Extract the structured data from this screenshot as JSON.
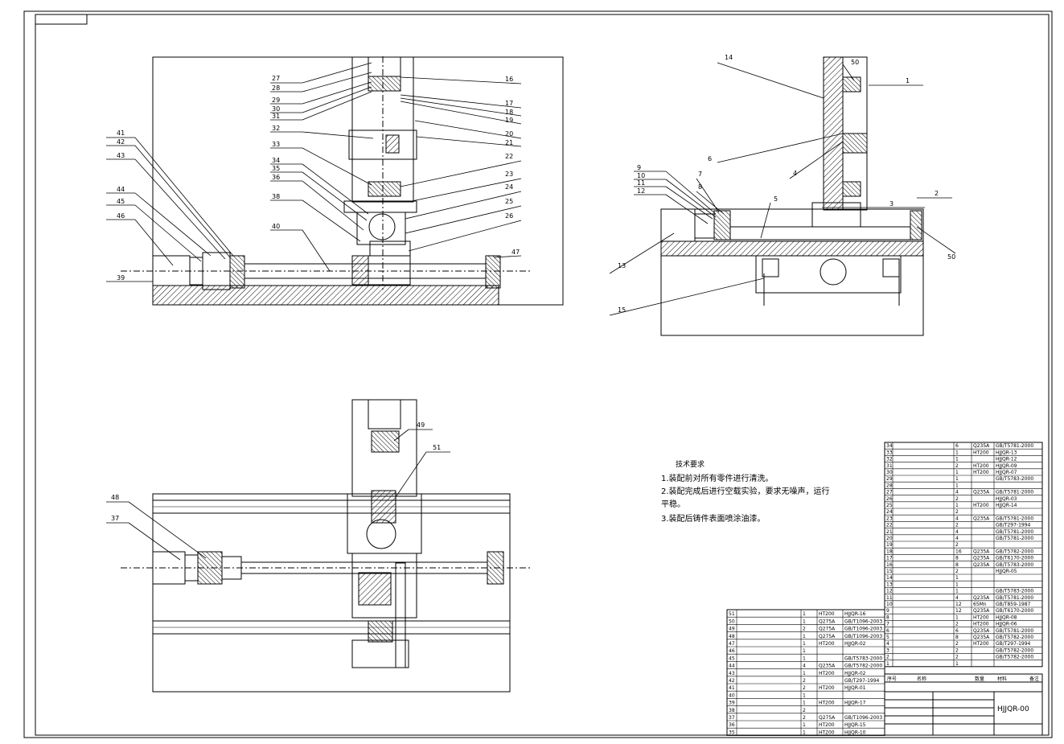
{
  "drawing": {
    "title_block": {
      "drawing_no": "HJJQR-00",
      "col_labels": [
        "序号",
        "名称",
        "数量",
        "材料",
        "备注"
      ]
    },
    "tech_req": {
      "heading": "技术要求",
      "lines": [
        "1.装配前对所有零件进行清洗。",
        "2.装配完成后进行空载实验，要求无噪声，运行",
        "平稳。",
        "3.装配后铸件表面喷涂油漆。"
      ]
    },
    "view_top_left": {
      "left_labels": [
        "41",
        "42",
        "43",
        "44",
        "45",
        "46",
        "39"
      ],
      "mid_labels": [
        "27",
        "28",
        "29",
        "30",
        "31",
        "32",
        "33",
        "34",
        "35",
        "36",
        "38",
        "40"
      ],
      "right_labels": [
        "16",
        "17",
        "18",
        "19",
        "20",
        "21",
        "22",
        "23",
        "24",
        "25",
        "26",
        "47"
      ]
    },
    "view_top_right": {
      "labels": [
        "14",
        "50",
        "1",
        "6",
        "4",
        "9",
        "10",
        "11",
        "12",
        "7",
        "8",
        "5",
        "3",
        "2",
        "13",
        "15",
        "50"
      ]
    },
    "view_bottom": {
      "labels": [
        "49",
        "51",
        "48",
        "37"
      ]
    },
    "bom_right": {
      "rows": [
        {
          "no": "34",
          "mat": "Q235A",
          "std": "GB/T5781-2000",
          "qty": "6"
        },
        {
          "no": "33",
          "mat": "HT200",
          "std": "HJJQR-13",
          "qty": "1"
        },
        {
          "no": "32",
          "mat": "",
          "std": "HJJQR-12",
          "qty": "1"
        },
        {
          "no": "31",
          "mat": "HT200",
          "std": "HJJQR-09",
          "qty": "2"
        },
        {
          "no": "30",
          "mat": "HT200",
          "std": "HJJQR-07",
          "qty": "1"
        },
        {
          "no": "29",
          "mat": "",
          "std": "GB/T5783-2000",
          "qty": "1"
        },
        {
          "no": "28",
          "mat": "",
          "std": "",
          "qty": "1"
        },
        {
          "no": "27",
          "mat": "Q235A",
          "std": "GB/T5781-2000",
          "qty": "4"
        },
        {
          "no": "26",
          "mat": "",
          "std": "HJJQR-03",
          "qty": "2"
        },
        {
          "no": "25",
          "mat": "HT200",
          "std": "HJJQR-14",
          "qty": "1"
        },
        {
          "no": "24",
          "mat": "",
          "std": "",
          "qty": "2"
        },
        {
          "no": "23",
          "mat": "Q235A",
          "std": "GB/T5781-2000",
          "qty": "4"
        },
        {
          "no": "22",
          "mat": "",
          "std": "GB/T297-1994",
          "qty": "2"
        },
        {
          "no": "21",
          "mat": "",
          "std": "GB/T5781-2000",
          "qty": "4"
        },
        {
          "no": "20",
          "mat": "",
          "std": "GB/T5781-2000",
          "qty": "4"
        },
        {
          "no": "19",
          "mat": "",
          "std": "",
          "qty": "2"
        },
        {
          "no": "18",
          "mat": "Q235A",
          "std": "GB/T5782-2000",
          "qty": "16"
        },
        {
          "no": "17",
          "mat": "Q235A",
          "std": "GB/T6170-2000",
          "qty": "8"
        },
        {
          "no": "16",
          "mat": "Q235A",
          "std": "GB/T5783-2000",
          "qty": "8"
        },
        {
          "no": "15",
          "mat": "",
          "std": "HJJQR-05",
          "qty": "2"
        },
        {
          "no": "14",
          "mat": "",
          "std": "",
          "qty": "1"
        },
        {
          "no": "13",
          "mat": "",
          "std": "",
          "qty": "1"
        },
        {
          "no": "12",
          "mat": "",
          "std": "GB/T5783-2000",
          "qty": "1"
        },
        {
          "no": "11",
          "mat": "Q235A",
          "std": "GB/T5781-2000",
          "qty": "4"
        },
        {
          "no": "10",
          "mat": "65Mn",
          "std": "GB/T859-1987",
          "qty": "12"
        },
        {
          "no": "9",
          "mat": "Q235A",
          "std": "GB/T6170-2000",
          "qty": "12"
        },
        {
          "no": "8",
          "mat": "HT200",
          "std": "HJJQR-08",
          "qty": "1"
        },
        {
          "no": "7",
          "mat": "HT200",
          "std": "HJJQR-06",
          "qty": "2"
        },
        {
          "no": "6",
          "mat": "Q235A",
          "std": "GB/T5781-2000",
          "qty": "6"
        },
        {
          "no": "5",
          "mat": "Q235A",
          "std": "GB/T5782-2000",
          "qty": "8"
        },
        {
          "no": "4",
          "mat": "HT200",
          "std": "GB/T297-1994",
          "qty": "2"
        },
        {
          "no": "3",
          "mat": "",
          "std": "GB/T5782-2000",
          "qty": "2"
        },
        {
          "no": "2",
          "mat": "",
          "std": "GB/T5782-2000",
          "qty": "2"
        },
        {
          "no": "1",
          "mat": "",
          "std": "",
          "qty": "1"
        }
      ]
    },
    "bom_left": {
      "rows": [
        {
          "no": "51",
          "mat": "HT200",
          "std": "HJJQR-16",
          "qty": "1"
        },
        {
          "no": "50",
          "mat": "Q275A",
          "std": "GB/T1096-2003",
          "qty": "1"
        },
        {
          "no": "49",
          "mat": "Q275A",
          "std": "GB/T1096-2003",
          "qty": "2"
        },
        {
          "no": "48",
          "mat": "Q275A",
          "std": "GB/T1096-2003",
          "qty": "1"
        },
        {
          "no": "47",
          "mat": "HT200",
          "std": "HJJQR-02",
          "qty": "1"
        },
        {
          "no": "46",
          "mat": "",
          "std": "",
          "qty": "1"
        },
        {
          "no": "45",
          "mat": "",
          "std": "GB/T5783-2000",
          "qty": "1"
        },
        {
          "no": "44",
          "mat": "Q235A",
          "std": "GB/T5782-2000",
          "qty": "4"
        },
        {
          "no": "43",
          "mat": "HT200",
          "std": "HJJQR-02",
          "qty": "1"
        },
        {
          "no": "42",
          "mat": "",
          "std": "GB/T297-1994",
          "qty": "2"
        },
        {
          "no": "41",
          "mat": "HT200",
          "std": "HJJQR-01",
          "qty": "2"
        },
        {
          "no": "40",
          "mat": "",
          "std": "",
          "qty": "1"
        },
        {
          "no": "39",
          "mat": "HT200",
          "std": "HJJQR-17",
          "qty": "1"
        },
        {
          "no": "38",
          "mat": "",
          "std": "",
          "qty": "2"
        },
        {
          "no": "37",
          "mat": "Q275A",
          "std": "GB/T1096-2003",
          "qty": "2"
        },
        {
          "no": "36",
          "mat": "HT200",
          "std": "HJJQR-15",
          "qty": "1"
        },
        {
          "no": "35",
          "mat": "HT200",
          "std": "HJJQR-10",
          "qty": "1"
        }
      ]
    }
  }
}
